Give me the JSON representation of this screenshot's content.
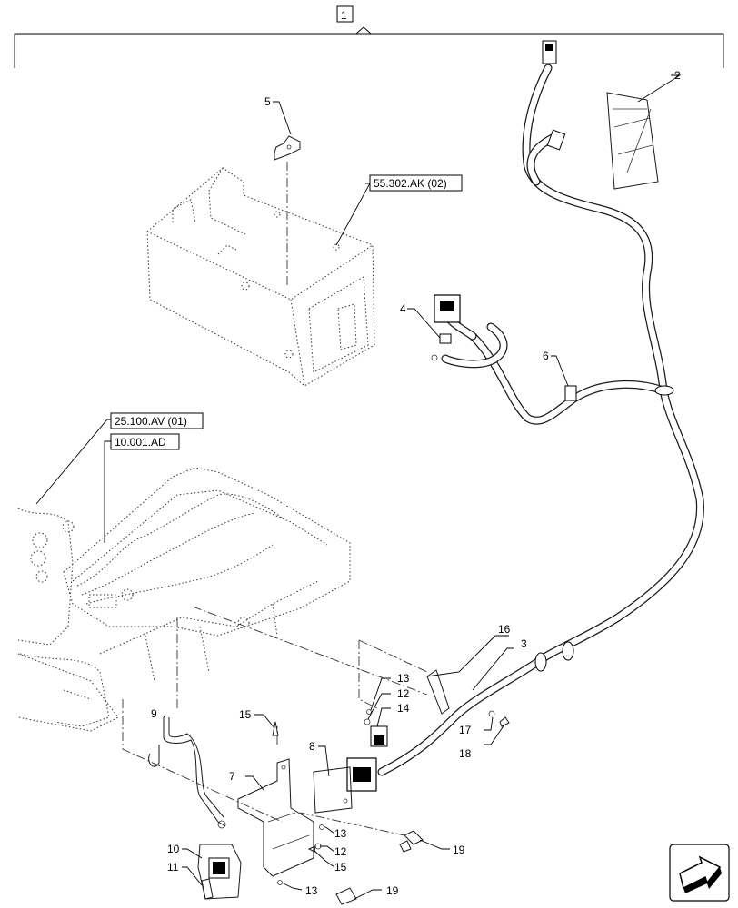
{
  "assembly_label": "1",
  "callouts": {
    "c2": "2",
    "c3": "3",
    "c4": "4",
    "c5": "5",
    "c6": "6",
    "c7": "7",
    "c8": "8",
    "c9": "9",
    "c10": "10",
    "c11": "11",
    "c12a": "12",
    "c12b": "12",
    "c13a": "13",
    "c13b": "13",
    "c13c": "13",
    "c14": "14",
    "c15a": "15",
    "c15b": "15",
    "c16": "16",
    "c17": "17",
    "c18": "18",
    "c19a": "19",
    "c19b": "19"
  },
  "references": {
    "battery_box": "55.302.AK (02)",
    "fuel_tank": "25.100.AV (01)",
    "engine": "10.001.AD"
  },
  "icons": {
    "forward_arrow": "forward-arrow-icon"
  }
}
